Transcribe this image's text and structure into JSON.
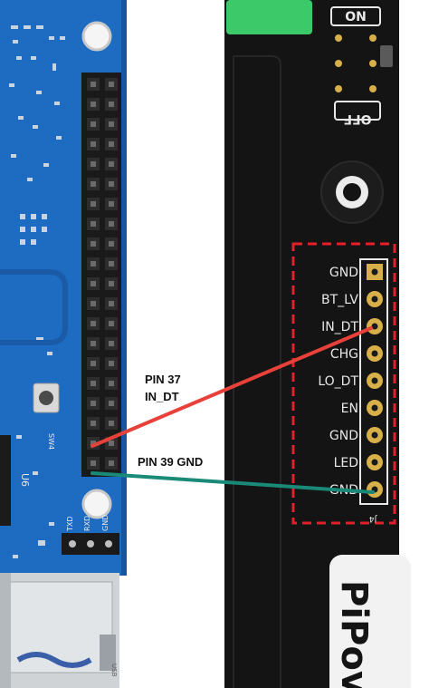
{
  "left_board": {
    "button_label": "SW4",
    "chip_label": "U6",
    "uart_labels": [
      "TXD",
      "RXD",
      "GND"
    ],
    "usb_label": "USB",
    "colors": {
      "board": "#1e6bc2",
      "header": "#1a1a1a"
    }
  },
  "right_board": {
    "switch_on": "ON",
    "switch_off": "OFF",
    "connector_label": "J4",
    "brand_text": "PiPov",
    "pins": [
      "GND",
      "BT_LV",
      "IN_DT",
      "CHG",
      "LO_DT",
      "EN",
      "GND",
      "LED",
      "GND"
    ],
    "colors": {
      "board": "#141414",
      "highlight": "#e0202a",
      "pad": "#d8b04a"
    }
  },
  "annotations": {
    "red_wire": {
      "line1": "PIN 37",
      "line2": "IN_DT",
      "color": "#e8413a"
    },
    "green_wire": {
      "label": "PIN 39 GND",
      "color": "#1a8a78"
    }
  }
}
